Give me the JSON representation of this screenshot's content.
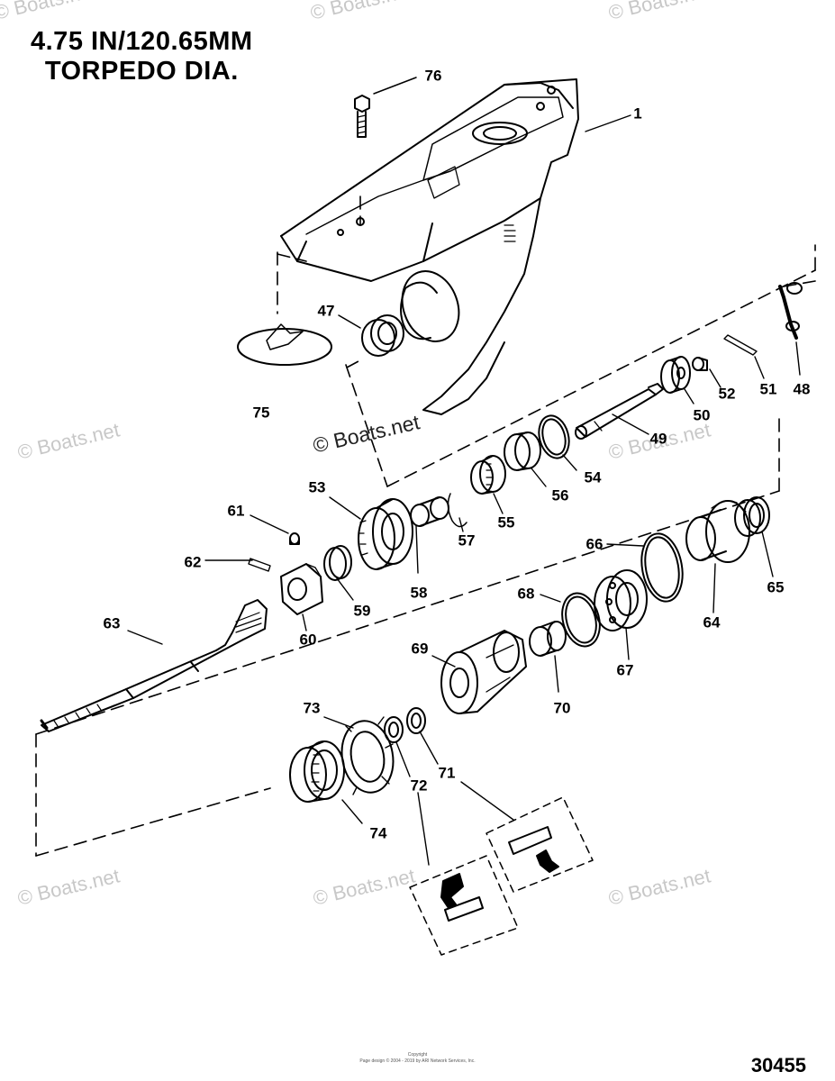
{
  "title": {
    "line1": "4.75 IN/120.65MM",
    "line2": "TORPEDO DIA."
  },
  "figure_number": "30455",
  "watermark": "© Boats.net",
  "copyright": {
    "line1": "Copyright",
    "line2": "Page design © 2004 - 2019 by ARI Network Services, Inc."
  },
  "parts": [
    {
      "id": "1",
      "label": "1"
    },
    {
      "id": "76",
      "label": "76"
    },
    {
      "id": "47",
      "label": "47"
    },
    {
      "id": "75",
      "label": "75"
    },
    {
      "id": "48",
      "label": "48"
    },
    {
      "id": "51",
      "label": "51"
    },
    {
      "id": "52",
      "label": "52"
    },
    {
      "id": "50",
      "label": "50"
    },
    {
      "id": "49",
      "label": "49"
    },
    {
      "id": "54",
      "label": "54"
    },
    {
      "id": "56",
      "label": "56"
    },
    {
      "id": "55",
      "label": "55"
    },
    {
      "id": "57",
      "label": "57"
    },
    {
      "id": "53",
      "label": "53"
    },
    {
      "id": "58",
      "label": "58"
    },
    {
      "id": "61",
      "label": "61"
    },
    {
      "id": "62",
      "label": "62"
    },
    {
      "id": "59",
      "label": "59"
    },
    {
      "id": "60",
      "label": "60"
    },
    {
      "id": "63",
      "label": "63"
    },
    {
      "id": "66",
      "label": "66"
    },
    {
      "id": "65",
      "label": "65"
    },
    {
      "id": "64",
      "label": "64"
    },
    {
      "id": "68",
      "label": "68"
    },
    {
      "id": "67",
      "label": "67"
    },
    {
      "id": "69",
      "label": "69"
    },
    {
      "id": "70",
      "label": "70"
    },
    {
      "id": "73",
      "label": "73"
    },
    {
      "id": "71",
      "label": "71"
    },
    {
      "id": "72",
      "label": "72"
    },
    {
      "id": "74",
      "label": "74"
    }
  ]
}
